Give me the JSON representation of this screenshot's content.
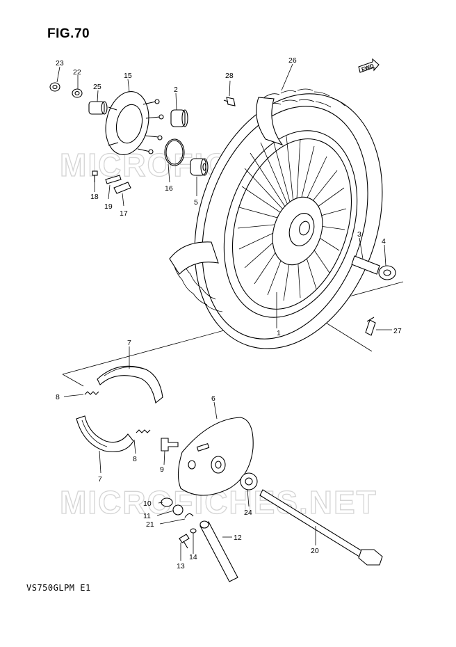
{
  "figure": {
    "title": "FIG.70",
    "model_code": "VS750GLPM E1",
    "forward_marker": "FWD"
  },
  "watermark": {
    "text": "MICROFICHES.NET"
  },
  "callouts": {
    "p1": "1",
    "p2": "2",
    "p3": "3",
    "p4": "4",
    "p5": "5",
    "p6": "6",
    "p7a": "7",
    "p7b": "7",
    "p8a": "8",
    "p8b": "8",
    "p9": "9",
    "p10": "10",
    "p11": "11",
    "p12": "12",
    "p13": "13",
    "p14": "14",
    "p15": "15",
    "p16": "16",
    "p17": "17",
    "p18": "18",
    "p19": "19",
    "p20": "20",
    "p21": "21",
    "p22": "22",
    "p23": "23",
    "p24": "24",
    "p25": "25",
    "p26": "26",
    "p27": "27",
    "p28": "28"
  }
}
